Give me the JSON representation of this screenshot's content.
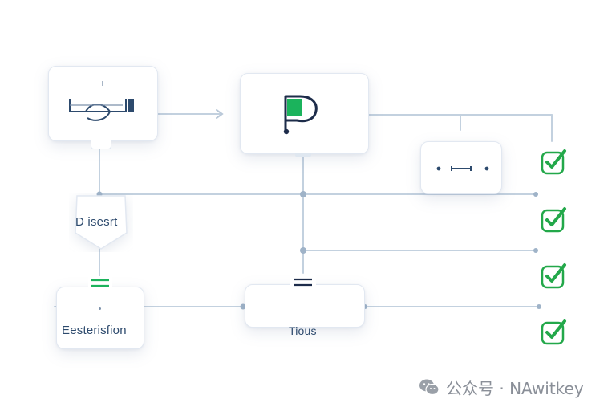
{
  "nodes": {
    "decision_label": "D isesrt",
    "bottom_left_label": "Eesterisfion",
    "bottom_mid_label": "Tious"
  },
  "watermark": {
    "text": "公众号 · NAwitkey"
  },
  "colors": {
    "line": "#b9c8d8",
    "node_text": "#2d4a6d",
    "accent_green": "#1bb35c",
    "dark_navy": "#1d2c4a",
    "check_green": "#23a84a"
  },
  "icons": [
    "gauge-icon",
    "p-logo-icon",
    "dots-icon",
    "equals-icon",
    "checkmark-icon",
    "wechat-icon"
  ]
}
